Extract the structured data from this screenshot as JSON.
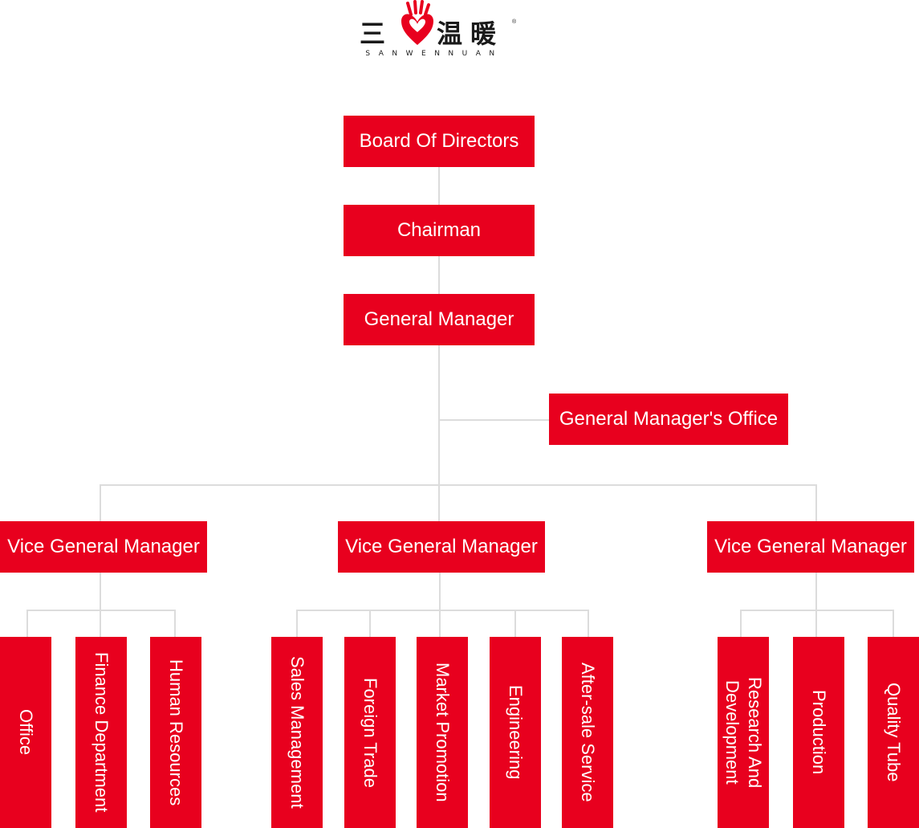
{
  "logo": {
    "char_1": "三",
    "char_2": "温",
    "char_3": "暖",
    "subtitle": "SANWENNUAN",
    "registered": "®",
    "accent_color": "#e8001e"
  },
  "colors": {
    "box_fill": "#e8001e",
    "box_text": "#ffffff",
    "connector": "#dcdcdc"
  },
  "org": {
    "board": "Board Of Directors",
    "chairman": "Chairman",
    "general_manager": "General Manager",
    "gm_office": "General Manager's Office",
    "vice_managers": [
      {
        "label": "Vice General Manager",
        "departments": [
          "Office",
          "Finance Department",
          "Human Resources"
        ]
      },
      {
        "label": "Vice General Manager",
        "departments": [
          "Sales Management",
          "Foreign Trade",
          "Market Promotion",
          "Engineering",
          "After-sale Service"
        ]
      },
      {
        "label": "Vice General Manager",
        "departments": [
          "Research And Development",
          "Production",
          "Quality Tube"
        ]
      }
    ]
  }
}
